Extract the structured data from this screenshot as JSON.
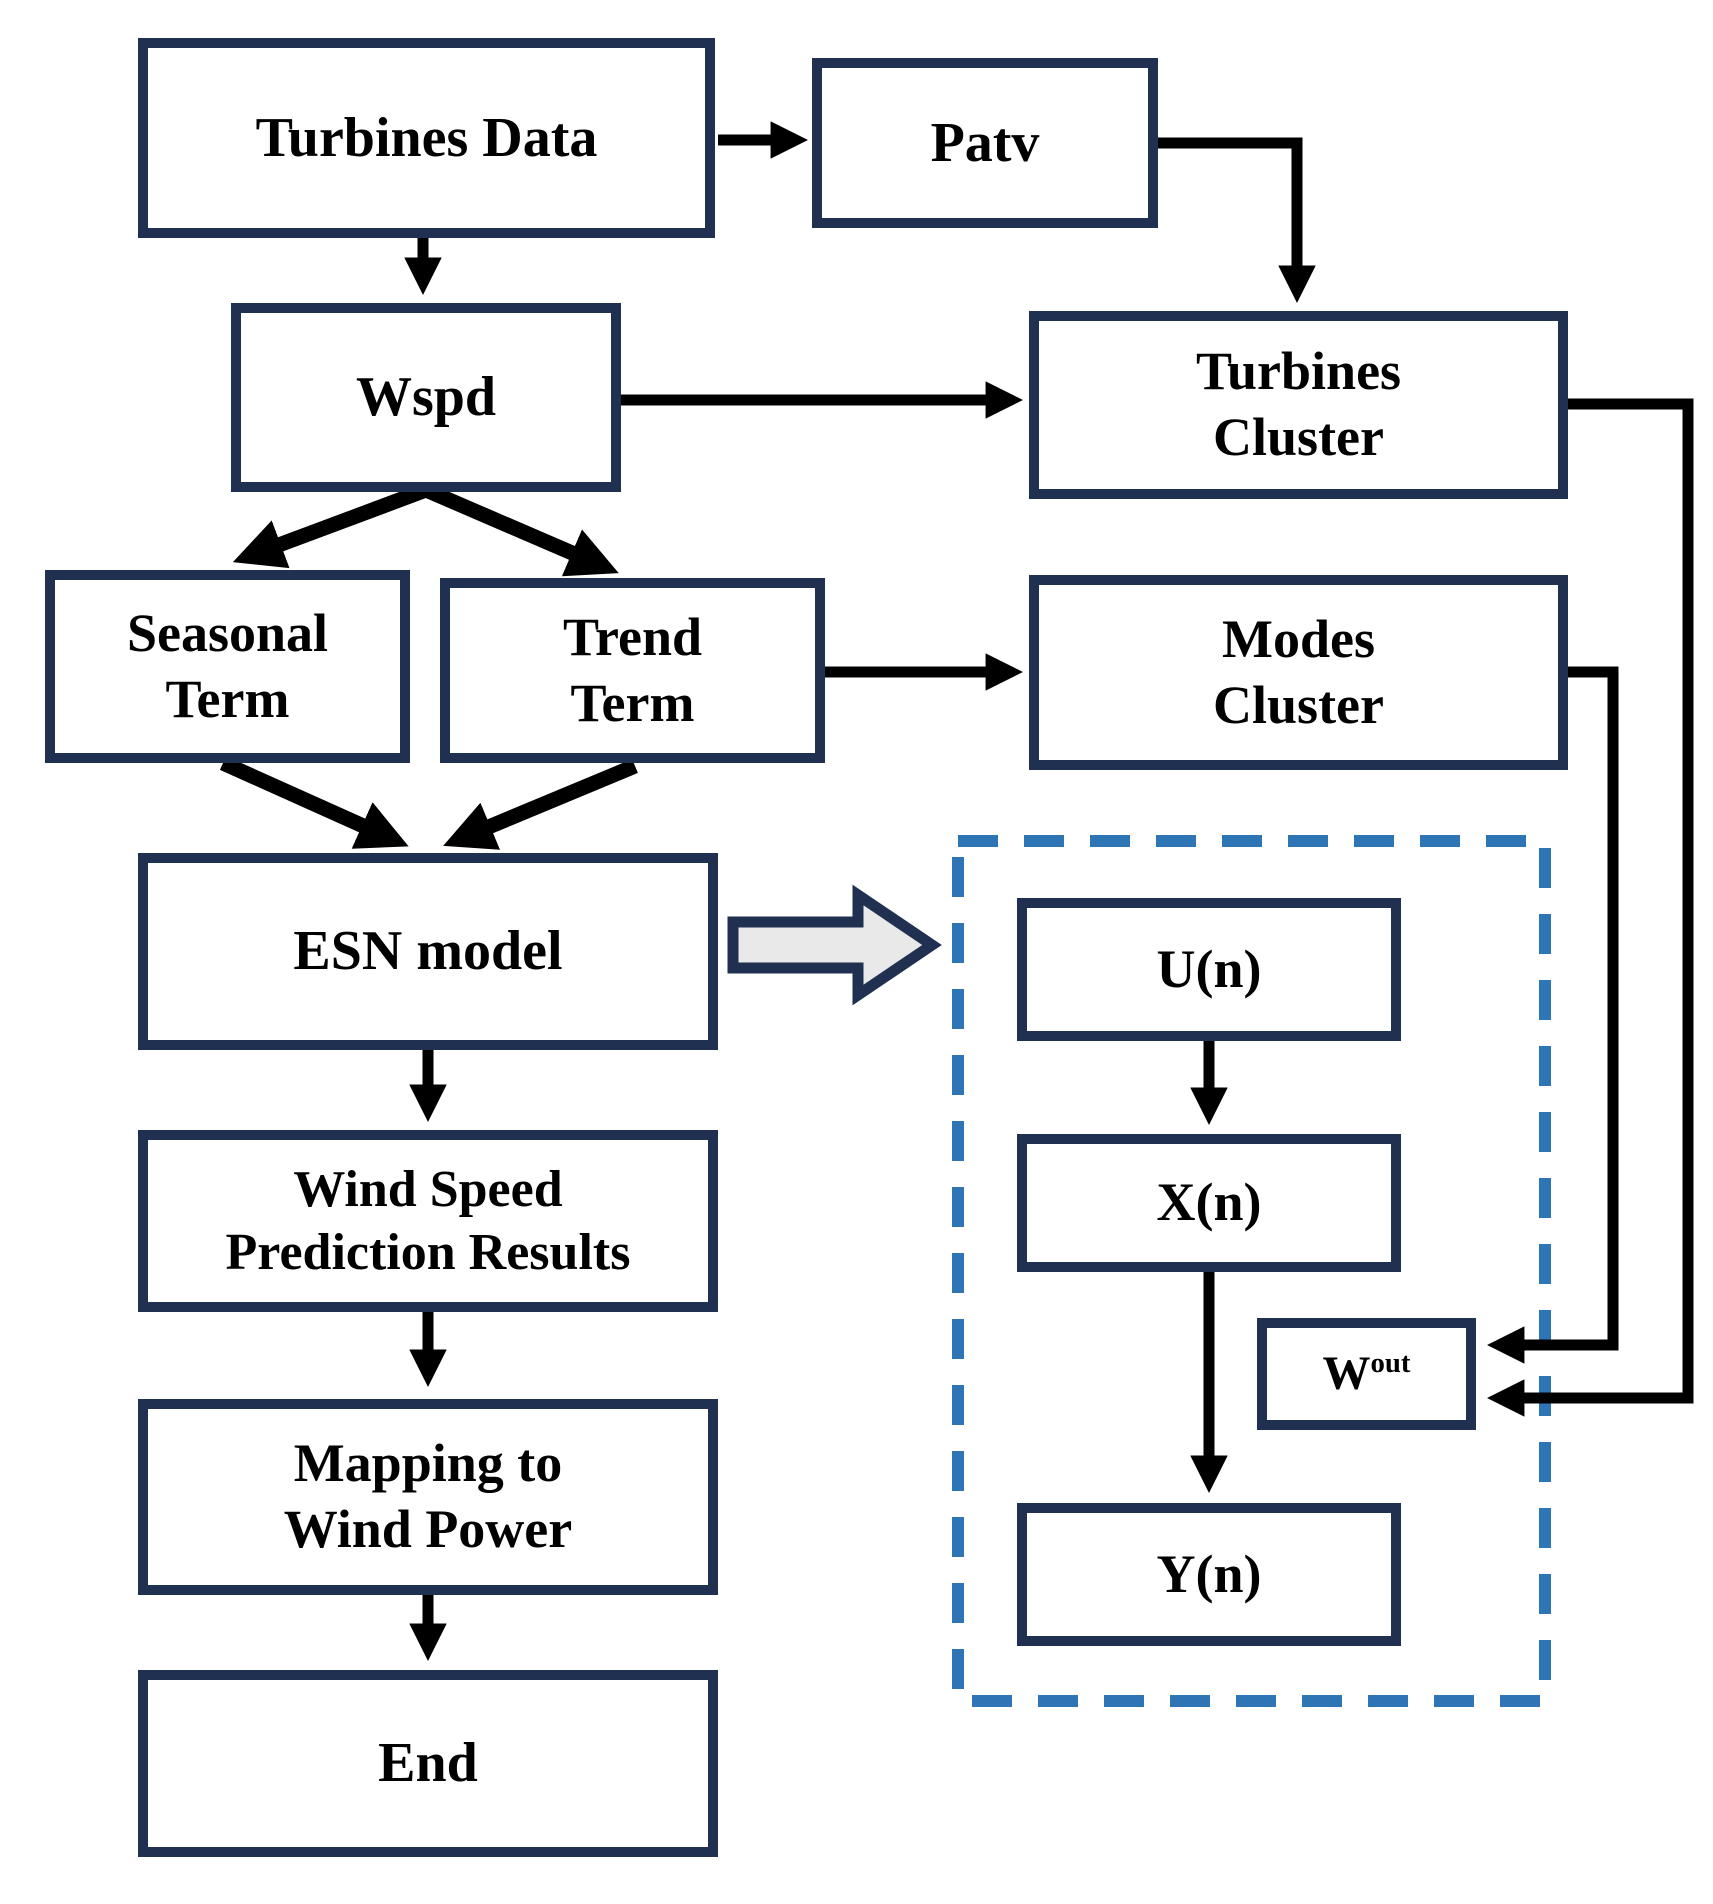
{
  "nodes": {
    "turbines_data": {
      "label": "Turbines Data"
    },
    "patv": {
      "label": "Patv"
    },
    "wspd": {
      "label": "Wspd"
    },
    "turbines_cluster": {
      "line1": "Turbines",
      "line2": "Cluster"
    },
    "seasonal_term": {
      "line1": "Seasonal",
      "line2": "Term"
    },
    "trend_term": {
      "line1": "Trend",
      "line2": "Term"
    },
    "modes_cluster": {
      "line1": "Modes",
      "line2": "Cluster"
    },
    "esn_model": {
      "label": "ESN model"
    },
    "u_n": {
      "label": "U(n)"
    },
    "x_n": {
      "label": "X(n)"
    },
    "w_out": {
      "base": "W",
      "superscript": "out"
    },
    "y_n": {
      "label": "Y(n)"
    },
    "wind_speed_prediction_results": {
      "line1": "Wind Speed",
      "line2": "Prediction Results"
    },
    "mapping_to_wind_power": {
      "line1": "Mapping to",
      "line2": "Wind Power"
    },
    "end": {
      "label": "End"
    }
  },
  "colors": {
    "box_border": "#1f3050",
    "dashed_border": "#2e75b6",
    "connector": "#000000",
    "block_arrow_fill": "#e9e9e9",
    "background": "#ffffff",
    "text": "#000000"
  }
}
